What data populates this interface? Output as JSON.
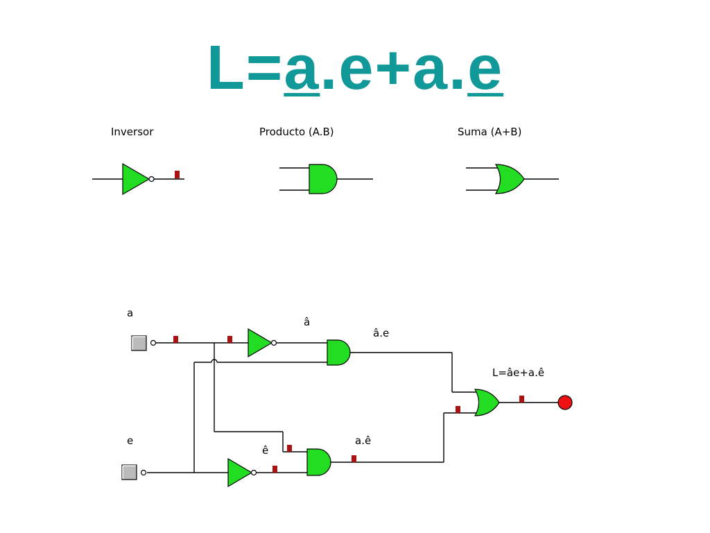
{
  "title": {
    "p1": "L=",
    "p2": "a",
    "p3": ".e+a.",
    "p4": "e"
  },
  "legend": {
    "inverter": "Inversor",
    "and": "Producto (A.B)",
    "or": "Suma (A+B)"
  },
  "circuit": {
    "input_a": "a",
    "input_e": "e",
    "not_a": "â",
    "not_e": "ê",
    "and_top": "â.e",
    "and_bottom": "a.ê",
    "output": "L=âe+a.ê"
  },
  "colors": {
    "title": "#119999",
    "gate_fill": "#22dd22",
    "probe": "#aa1111",
    "output_lamp": "#ee1111",
    "switch": "#bbbbbb"
  }
}
